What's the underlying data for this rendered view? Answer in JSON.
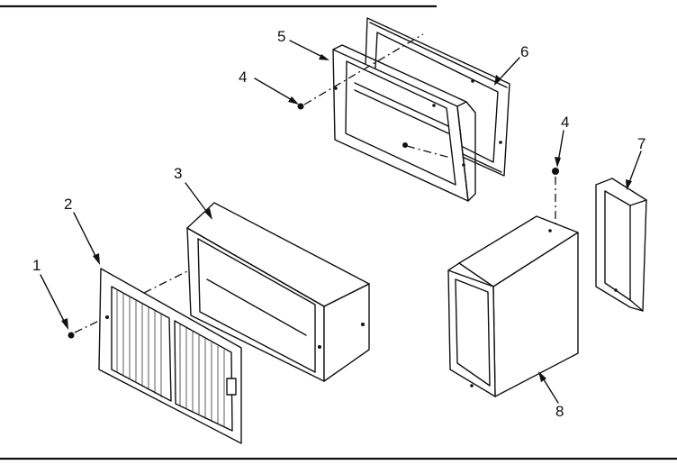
{
  "diagram": {
    "parts": [
      {
        "id": "screw-left",
        "callout": "1"
      },
      {
        "id": "front-grille",
        "callout": "2"
      },
      {
        "id": "wall-sleeve",
        "callout": "3"
      },
      {
        "id": "screw-upper",
        "callout": "4"
      },
      {
        "id": "screw-right",
        "callout": "4"
      },
      {
        "id": "trim-frame",
        "callout": "5"
      },
      {
        "id": "rear-gasket-frame",
        "callout": "6"
      },
      {
        "id": "small-flange-frame",
        "callout": "7"
      },
      {
        "id": "extension-sleeve",
        "callout": "8"
      }
    ],
    "line_color": "#111111",
    "background": "#ffffff"
  }
}
